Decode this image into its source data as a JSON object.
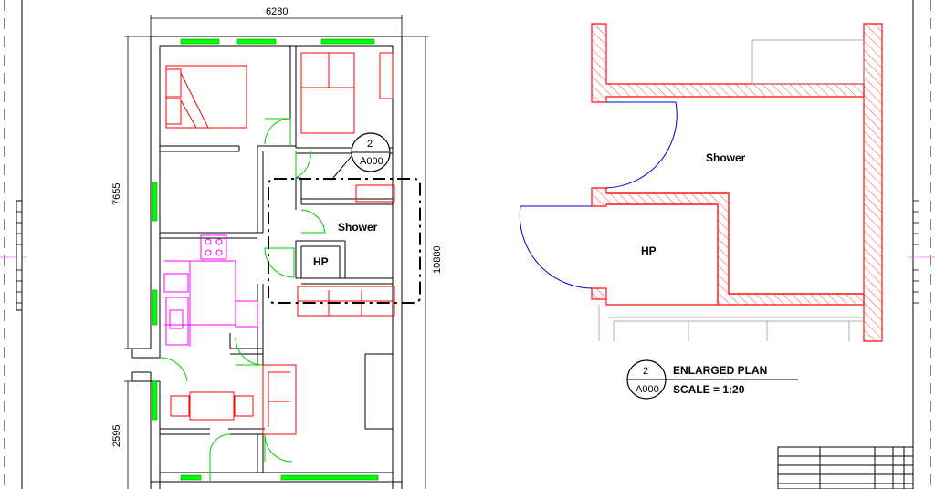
{
  "drawing": {
    "plan": {
      "dim_width": "6280",
      "dim_height_upper": "7655",
      "dim_height_total": "10880",
      "dim_height_lower": "2595",
      "room_shower": "Shower",
      "room_hp": "HP",
      "callout_number": "2",
      "callout_sheet": "A000"
    },
    "enlarged": {
      "room_shower": "Shower",
      "room_hp": "HP",
      "title": "ENLARGED PLAN",
      "scale": "SCALE = 1:20",
      "callout_number": "2",
      "callout_sheet": "A000"
    },
    "colors": {
      "walls": "#000000",
      "furniture": "#ff0000",
      "kitchen": "#ff00ff",
      "windows": "#00ff00",
      "door_swing": "#00cc00",
      "enlarged_walls": "#ff3333",
      "enlarged_door": "#0000cc",
      "hatch": "#ff6666"
    }
  }
}
